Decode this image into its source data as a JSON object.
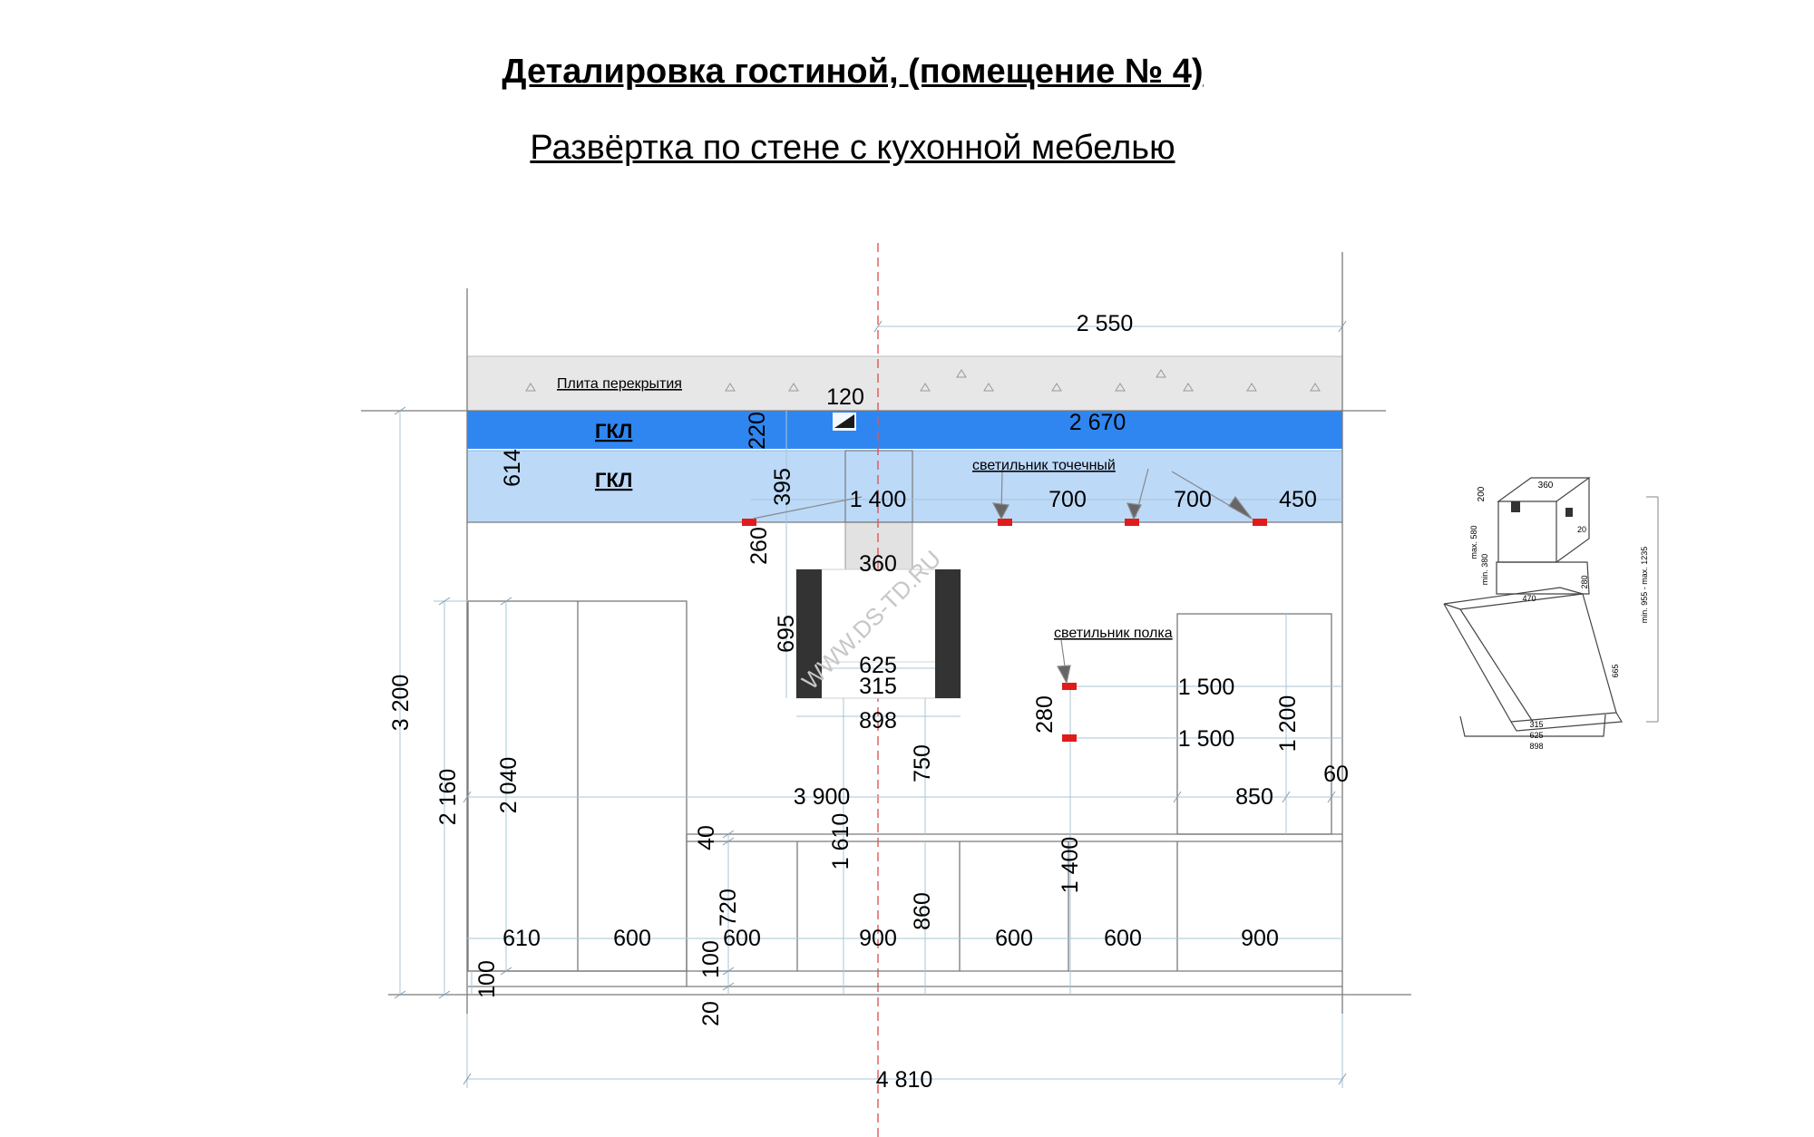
{
  "title": "Деталировка  гостиной, (помещение  № 4)",
  "subtitle": "Развёртка по стене  с кухонной мебелью",
  "labels": {
    "slab": "Плита перекрытия",
    "gkl_1": "ГКЛ",
    "gkl_2": "ГКЛ",
    "spotlight": "светильник точечный",
    "shelf_light": "светильник полка",
    "watermark": "WWW.DS-TD.RU"
  },
  "dimensions": {
    "top_2550": "2 550",
    "ceil_2670": "2 670",
    "d120": "120",
    "d220": "220",
    "d614": "614",
    "d395": "395",
    "d1400_top": "1 400",
    "d700_a": "700",
    "d700_b": "700",
    "d450": "450",
    "d260": "260",
    "d360": "360",
    "d695": "695",
    "d625": "625",
    "d315": "315",
    "d898": "898",
    "d280": "280",
    "d1500_a": "1 500",
    "d1500_b": "1 500",
    "d1200": "1 200",
    "d60": "60",
    "d3200": "3 200",
    "d2160": "2 160",
    "d2040": "2 040",
    "d3900": "3 900",
    "d750": "750",
    "d850": "850",
    "d40": "40",
    "d1610": "1 610",
    "d1400_v": "1 400",
    "d720": "720",
    "d860": "860",
    "d610": "610",
    "d600_a": "600",
    "d600_b": "600",
    "d900_a": "900",
    "d600_c": "600",
    "d600_d": "600",
    "d900_b": "900",
    "d100_a": "100",
    "d100_b": "100",
    "d20": "20",
    "d4810": "4 810"
  },
  "hood_spec": {
    "d360": "360",
    "d200": "200",
    "d20": "20",
    "max580": "max. 580",
    "min380": "min. 380",
    "d280": "280",
    "range": "min. 955 - max. 1235",
    "d470": "470",
    "d665": "665",
    "d315": "315",
    "d625": "625",
    "d898": "898"
  },
  "colors": {
    "slab": "#e7e7e7",
    "gkl_dark": "#2f86f0",
    "gkl_light": "#bcd9f8",
    "dim_line": "#a9c4d6",
    "light_marker": "#e11a1a",
    "hood_dark": "#333333"
  }
}
